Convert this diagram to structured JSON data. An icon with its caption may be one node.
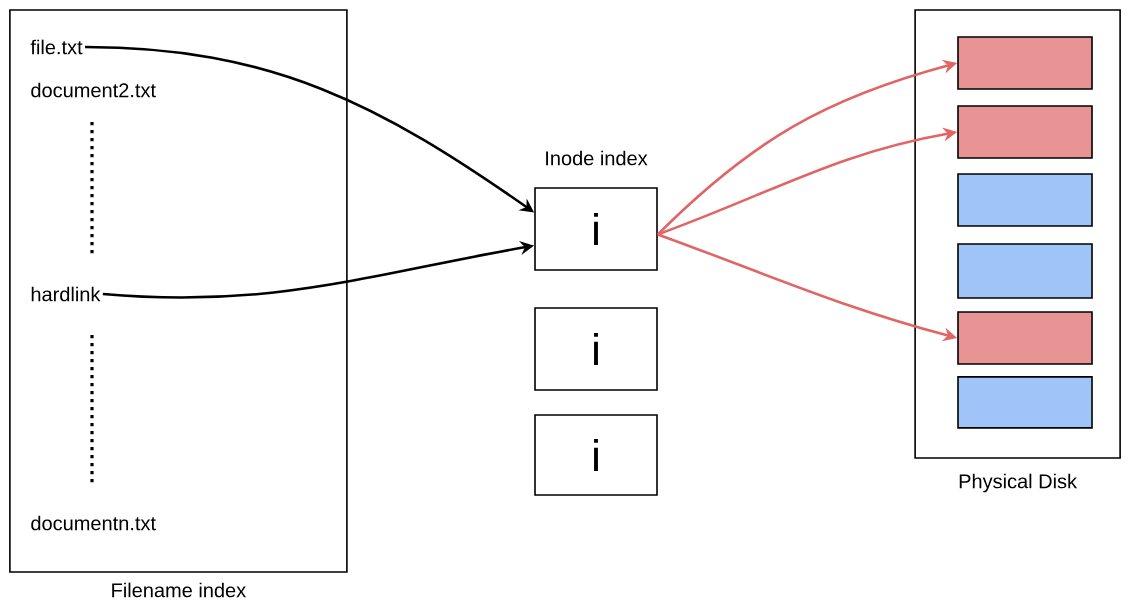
{
  "diagram": {
    "nodes": [
      {
        "text": [
          "Filename index"
        ]
      },
      {
        "text": [
          "file.txt"
        ],
        "in": 0
      },
      {
        "text": [
          "hardlink"
        ],
        "in": 0
      },
      {
        "text": [
          "Inode index",
          "i"
        ]
      },
      {
        "text": [
          "i"
        ]
      },
      {
        "text": [
          "i"
        ]
      },
      {
        "text": [
          "Physical Disk"
        ]
      },
      {
        "text": [],
        "shape": "box",
        "in": 6
      },
      {
        "text": [],
        "shape": "box",
        "in": 6
      },
      {
        "text": [],
        "shape": "box",
        "in": 6
      },
      {
        "text": [],
        "shape": "box",
        "in": 6
      },
      {
        "text": [],
        "shape": "box",
        "in": 6
      },
      {
        "text": [],
        "shape": "box",
        "in": 6
      }
    ],
    "edges": [
      {
        "from": 1,
        "to": 3,
        "arrow": "to",
        "color": "#000000"
      },
      {
        "from": 2,
        "to": 3,
        "arrow": "to",
        "color": "#000000"
      },
      {
        "from": 3,
        "to": 7,
        "arrow": "to",
        "color": "#e06666"
      },
      {
        "from": 3,
        "to": 8,
        "arrow": "to",
        "color": "#e06666"
      },
      {
        "from": 3,
        "to": 11,
        "arrow": "to",
        "color": "#e06666"
      }
    ],
    "labels": [
      "document2.txt",
      "documentn.txt"
    ]
  }
}
